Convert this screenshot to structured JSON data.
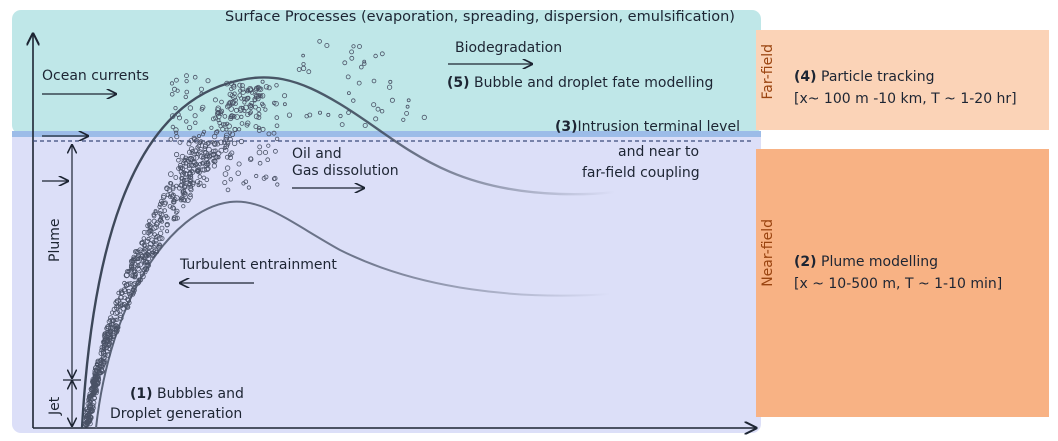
{
  "title": "Surface Processes (evaporation, spreading, dispersion, emulsification)",
  "labels": {
    "biodegradation": "Biodegradation",
    "fate_num": "(5)",
    "fate_text": "Bubble and droplet fate modelling",
    "ocean_currents": "Ocean currents",
    "intrusion_num": "(3)",
    "intrusion_text": "Intrusion terminal level",
    "coupling_line1": "and near to",
    "coupling_line2": "far-field coupling",
    "dissolution_line1": "Oil and",
    "dissolution_line2": "Gas dissolution",
    "entrainment": "Turbulent entrainment",
    "plume": "Plume",
    "jet": "Jet",
    "generation_num": "(1)",
    "generation_line1": "Bubbles and",
    "generation_line2": "Droplet generation"
  },
  "far_field": {
    "label": "Far-field",
    "num": "(4)",
    "title": "Particle tracking",
    "scale": "[x~ 100 m -10 km, T ~ 1-20 hr]"
  },
  "near_field": {
    "label": "Near-field",
    "num": "(2)",
    "title": "Plume modelling",
    "scale": "[x ~ 10-500 m, T ~ 1-10 min]"
  },
  "colors": {
    "surface": "#bfe7e8",
    "water": "#dcdff8",
    "far_field": "#fbd3b7",
    "near_field": "#f8b284",
    "plume_line": "#3b4658"
  }
}
